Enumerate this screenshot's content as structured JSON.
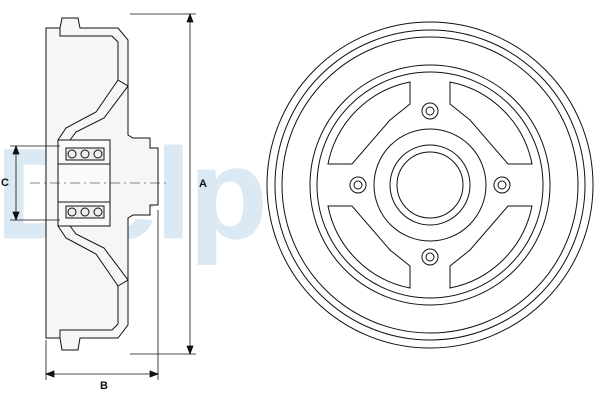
{
  "watermark": {
    "text": "Delphi",
    "color": "#dbe9f5"
  },
  "dimensions": {
    "a_label": "A",
    "b_label": "B",
    "c_label": "C"
  },
  "colors": {
    "line": "#111111",
    "fill": "#f4f4f4",
    "background": "#ffffff"
  }
}
